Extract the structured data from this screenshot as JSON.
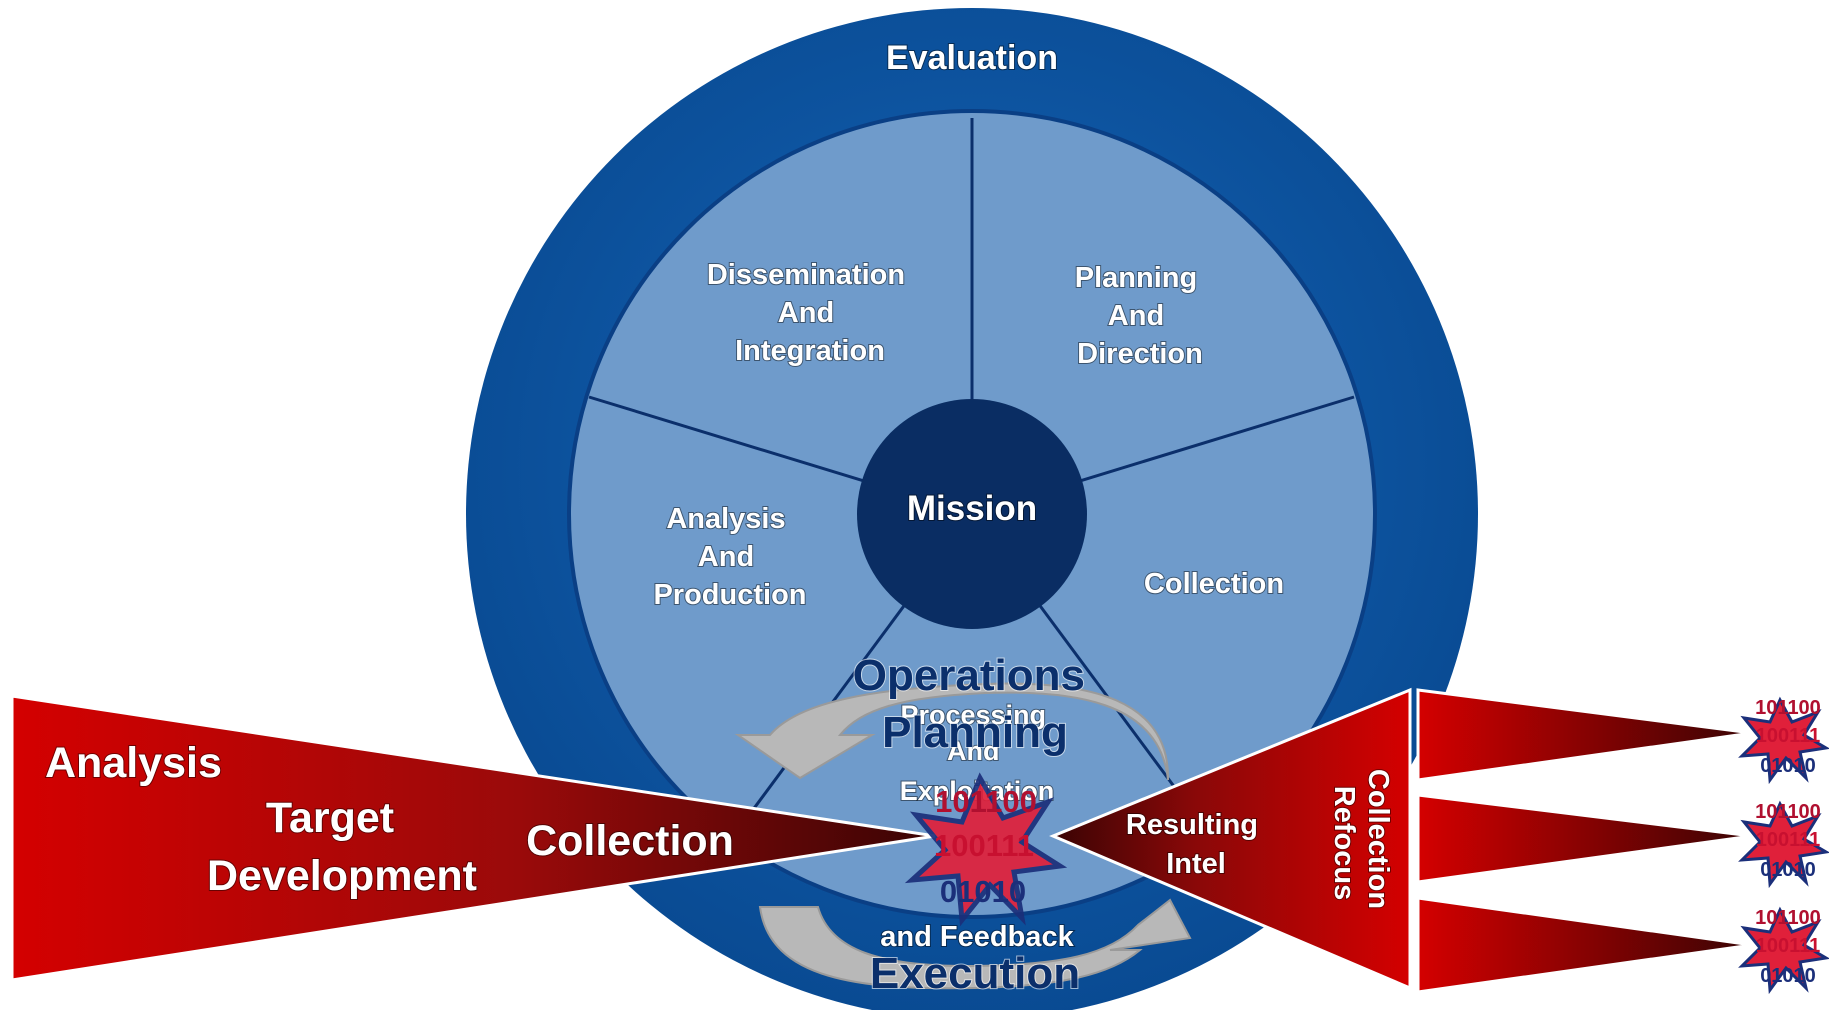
{
  "cycle": {
    "outer_label": "Evaluation",
    "center_label": "Mission",
    "segments": {
      "planning": [
        "Planning",
        "And",
        "Direction"
      ],
      "collection": [
        "Collection"
      ],
      "processing": [
        "Processing",
        "And",
        "Exploitation"
      ],
      "analysis": [
        "Analysis",
        "And",
        "Production"
      ],
      "dissemination": [
        "Dissemination",
        "And",
        "Integration"
      ]
    },
    "feedback_label": "and Feedback"
  },
  "operations": {
    "planning_label": [
      "Operations",
      "Planning"
    ],
    "execution_label": "Execution"
  },
  "left_funnel": {
    "analysis": "Analysis",
    "target_development": [
      "Target",
      "Development"
    ],
    "collection": "Collection"
  },
  "right_funnel": {
    "resulting_intel": [
      "Resulting",
      "Intel"
    ],
    "collection_refocus": [
      "Collection",
      "Refocus"
    ]
  },
  "binary_burst": [
    "101100",
    "100111",
    "01010"
  ],
  "small_bursts": [
    [
      "101100",
      "100111",
      "01010"
    ],
    [
      "101100",
      "100111",
      "01010"
    ],
    [
      "101100",
      "100111",
      "01010"
    ]
  ],
  "colors": {
    "outer_ring": "#0a55a6",
    "inner_disc": "#6f9bcb",
    "center": "#0a2d63",
    "funnel_red": "#cc0000",
    "funnel_dark": "#4a0505",
    "arrow_gray": "#b8b8b8"
  }
}
